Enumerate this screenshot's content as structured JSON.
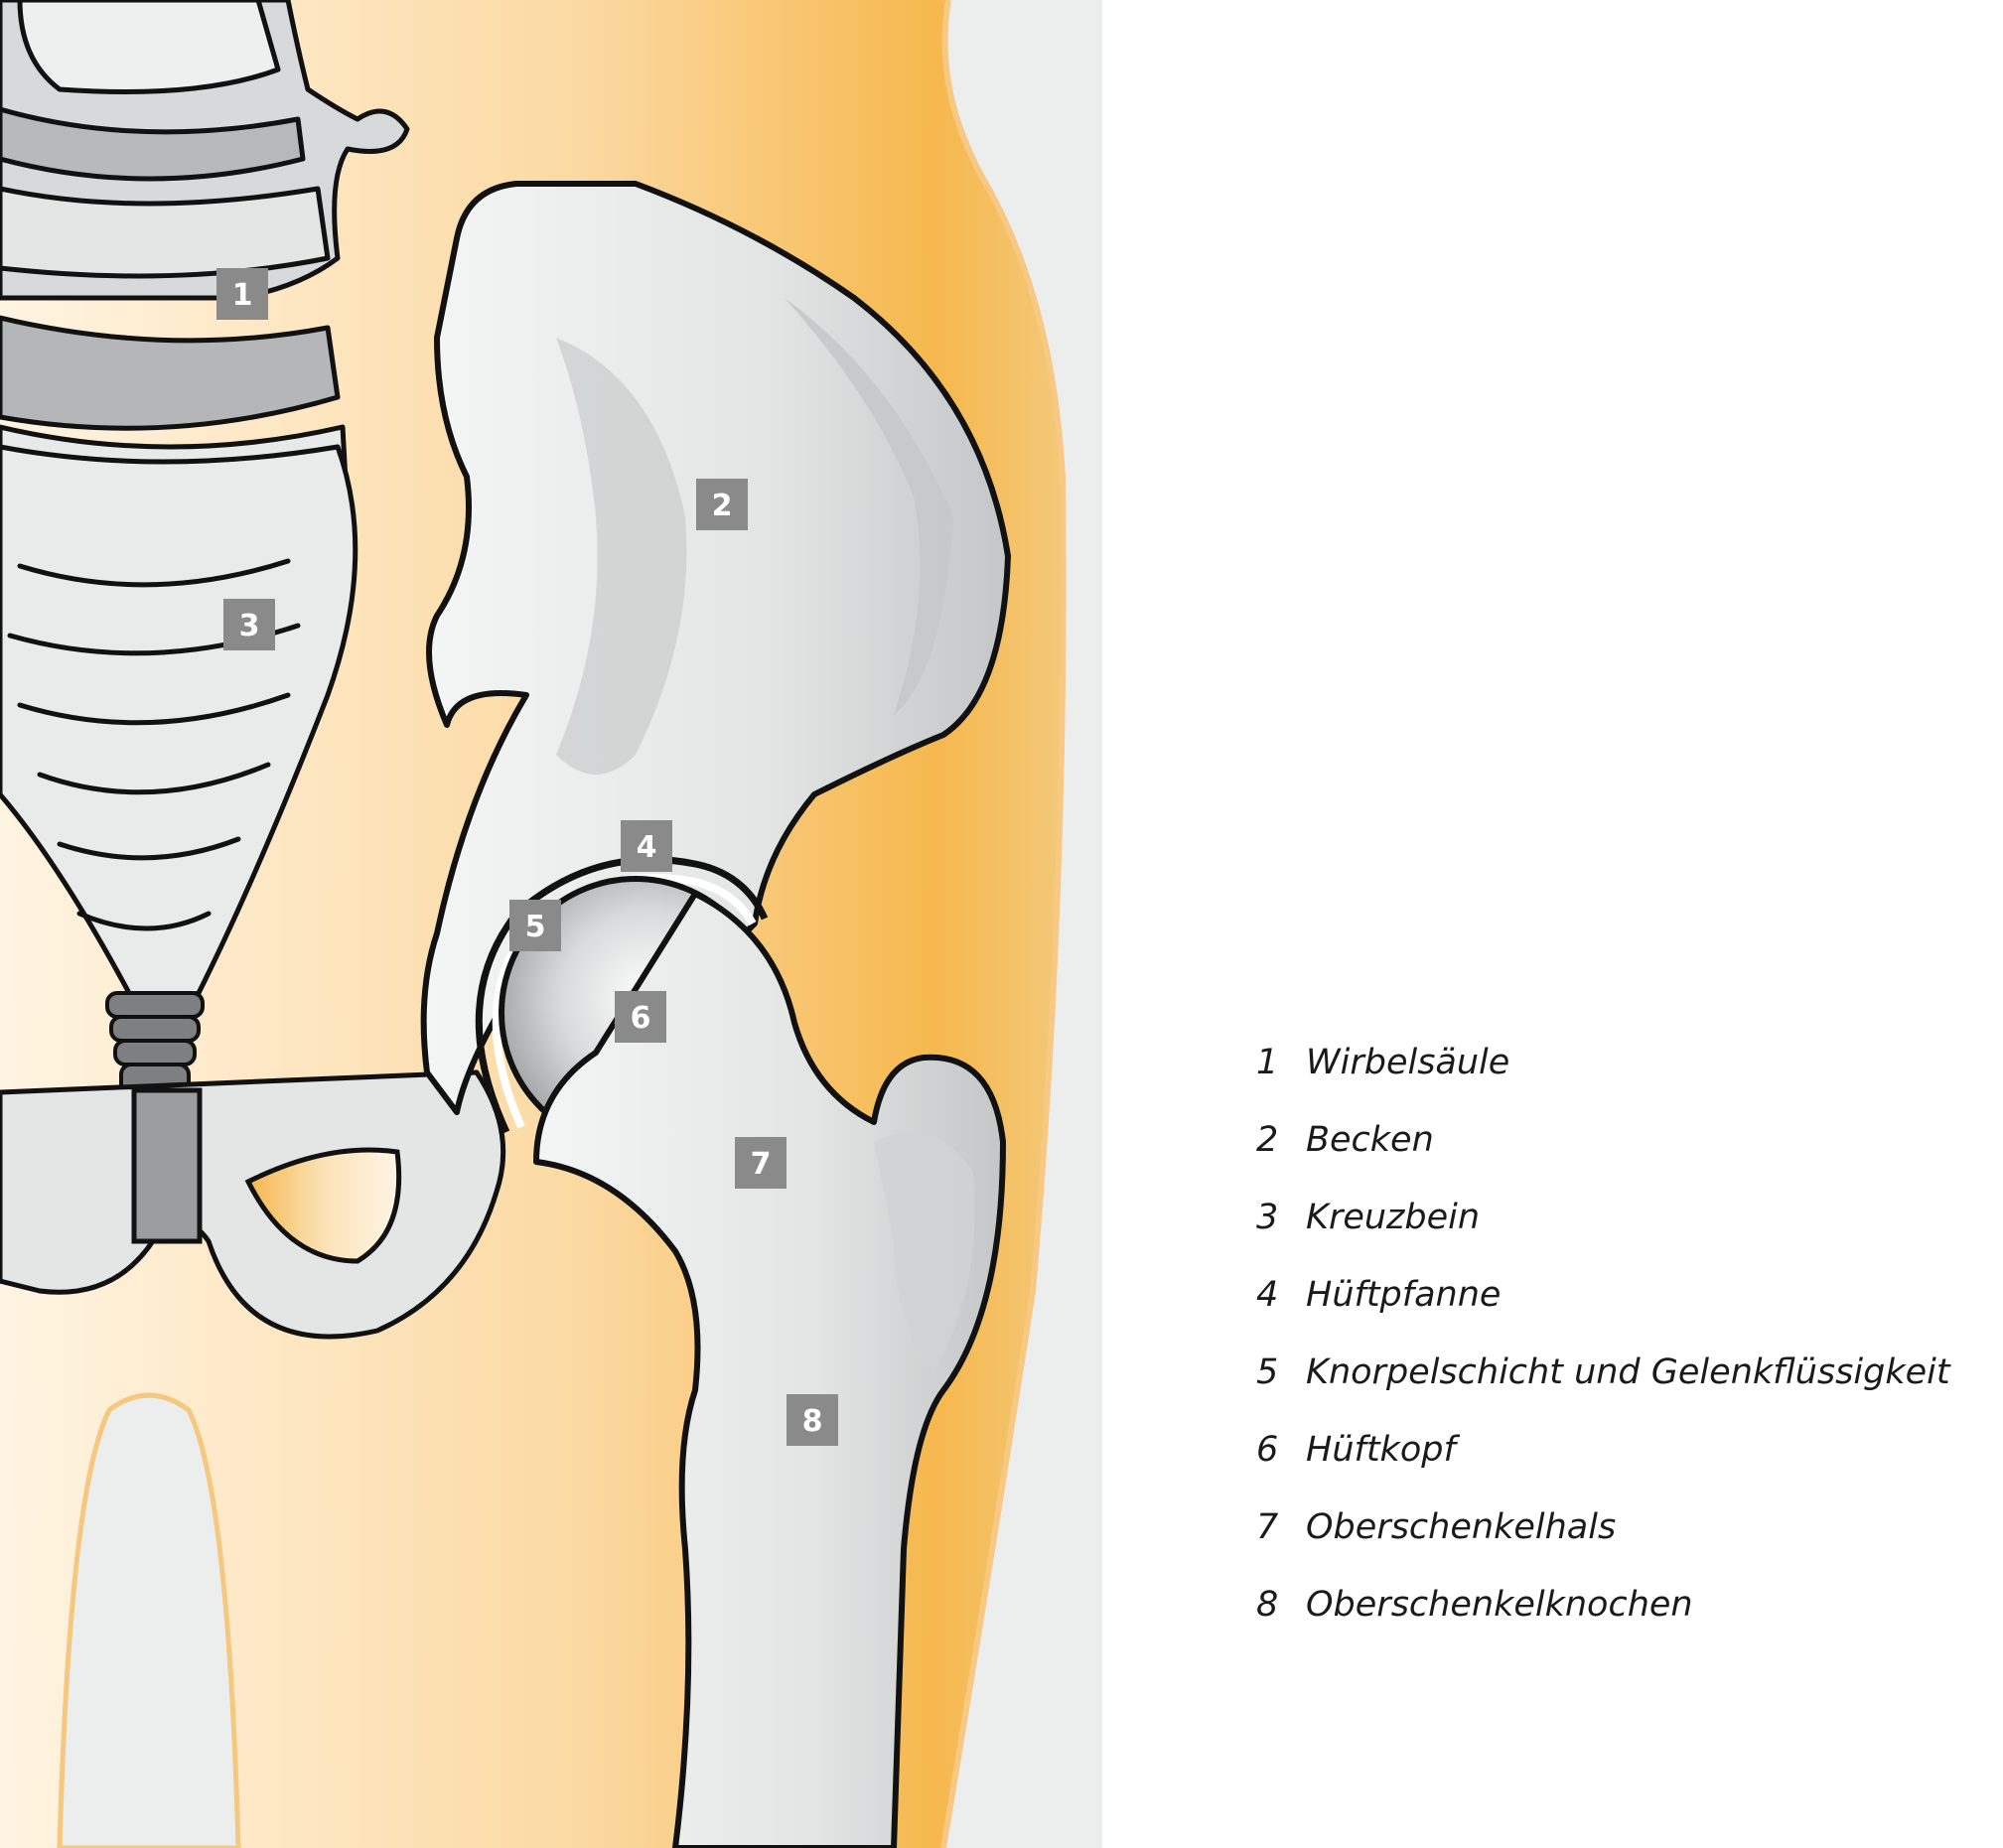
{
  "markers": [
    {
      "id": "1",
      "name": "marker-1"
    },
    {
      "id": "2",
      "name": "marker-2"
    },
    {
      "id": "3",
      "name": "marker-3"
    },
    {
      "id": "4",
      "name": "marker-4"
    },
    {
      "id": "5",
      "name": "marker-5"
    },
    {
      "id": "6",
      "name": "marker-6"
    },
    {
      "id": "7",
      "name": "marker-7"
    },
    {
      "id": "8",
      "name": "marker-8"
    }
  ],
  "legend": [
    {
      "num": "1",
      "label": "Wirbelsäule"
    },
    {
      "num": "2",
      "label": "Becken"
    },
    {
      "num": "3",
      "label": "Kreuzbein"
    },
    {
      "num": "4",
      "label": "Hüftpfanne"
    },
    {
      "num": "5",
      "label": "Knorpelschicht und Gelenkflüssigkeit"
    },
    {
      "num": "6",
      "label": "Hüftkopf"
    },
    {
      "num": "7",
      "label": "Oberschenkelhals"
    },
    {
      "num": "8",
      "label": "Oberschenkelknochen"
    }
  ],
  "colors": {
    "background_grey": "#eceeee",
    "body_orange": "#f6b84e",
    "bone": "#e6e7e7",
    "bone_shadow": "#b9bbbc",
    "outline": "#111111",
    "marker_bg": "#8a8a8a"
  }
}
